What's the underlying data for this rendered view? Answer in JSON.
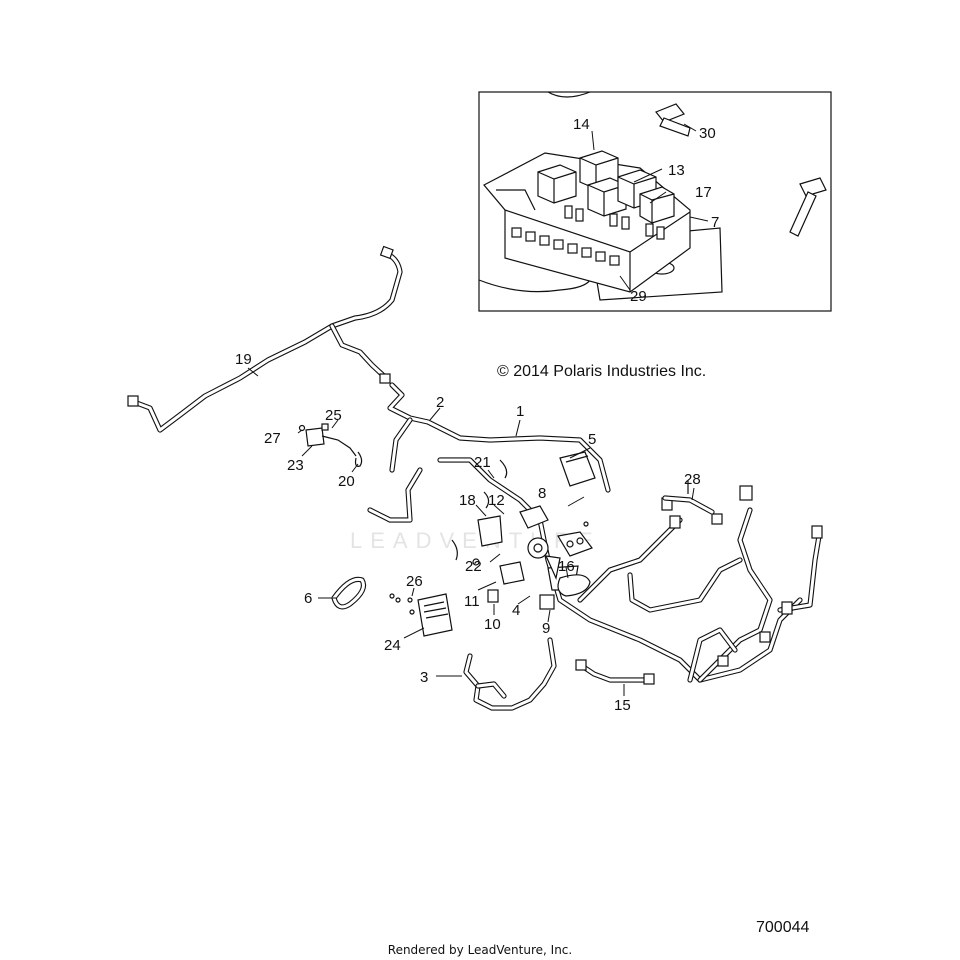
{
  "copyright": "© 2014 Polaris Industries Inc.",
  "diagram_number": "700044",
  "render_credit": "Rendered by LeadVenture, Inc.",
  "watermark": "LEADVENTURE",
  "callouts": {
    "c1": "1",
    "c2": "2",
    "c3": "3",
    "c4": "4",
    "c5": "5",
    "c6": "6",
    "c7": "7",
    "c8": "8",
    "c9": "9",
    "c10": "10",
    "c11": "11",
    "c12": "12",
    "c13": "13",
    "c14": "14",
    "c15": "15",
    "c16": "16",
    "c17": "17",
    "c18": "18",
    "c19": "19",
    "c20": "20",
    "c21": "21",
    "c22": "22",
    "c23": "23",
    "c24": "24",
    "c25": "25",
    "c26": "26",
    "c27": "27",
    "c28": "28",
    "c29": "29",
    "c30": "30"
  }
}
